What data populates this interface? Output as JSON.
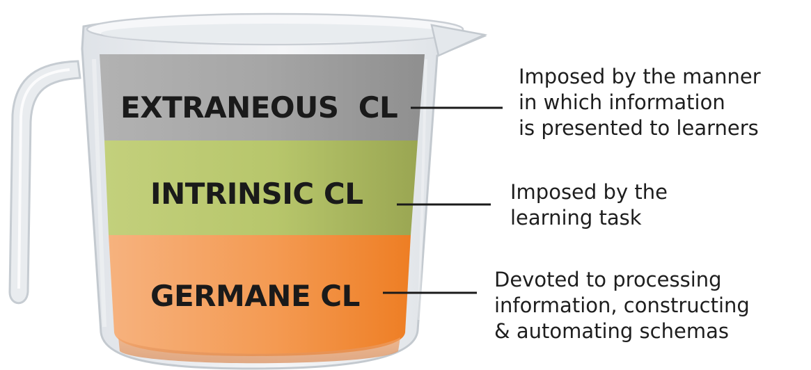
{
  "layers": [
    {
      "id": "extraneous",
      "label": "EXTRANEOUS  CL",
      "color": "#a9a9a9",
      "description": [
        "Imposed by the manner",
        "in which information",
        "is presented to learners"
      ]
    },
    {
      "id": "intrinsic",
      "label": "INTRINSIC CL",
      "color": "#b5c46a",
      "description": [
        "Imposed by the",
        "learning task"
      ]
    },
    {
      "id": "germane",
      "label": "GERMANE CL",
      "color": "#f39a55",
      "description": [
        "Devoted to processing",
        "information, constructing",
        "& automating schemas"
      ]
    }
  ]
}
